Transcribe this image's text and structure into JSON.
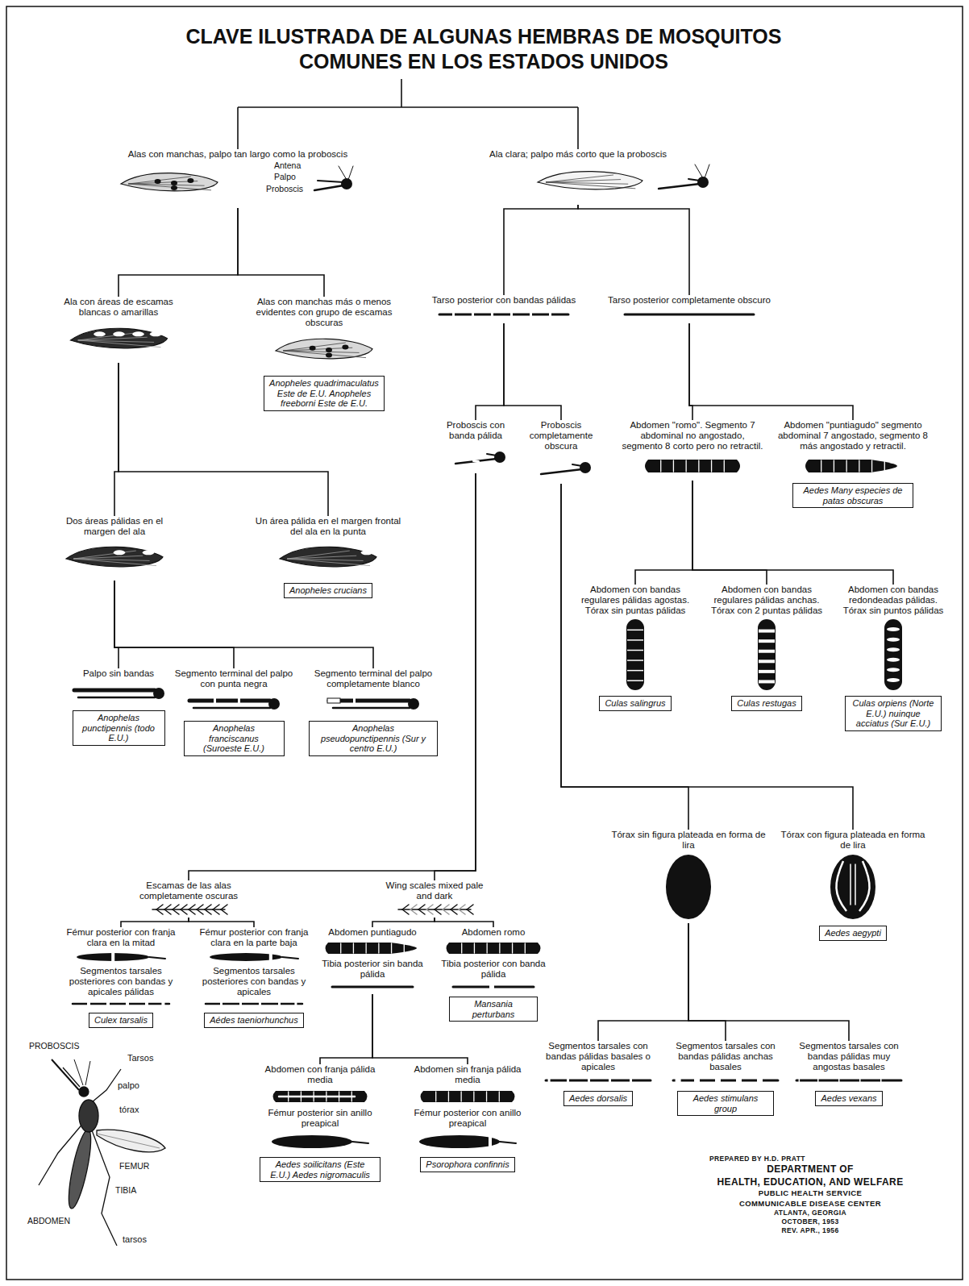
{
  "diagram": {
    "title": "CLAVE ILUSTRADA DE ALGUNAS HEMBRAS DE MOSQUITOS COMUNES EN LOS ESTADOS UNIDOS",
    "nodes": [
      {
        "text": [
          "Alas con manchas, palpo tan largo como la proboscis"
        ]
      },
      {
        "text": [
          "Ala clara; palpo más corto que la proboscis"
        ]
      },
      {
        "text": [
          "Ala con áreas de escamas blancas o amarillas"
        ]
      },
      {
        "text": [
          "Alas con manchas más o menos evidentes con grupo de escamas obscuras"
        ]
      },
      {
        "text": [
          "Anopheles quadrimaculatus Este de E.U. Anopheles freeborni Este de E.U."
        ],
        "in": 3
      },
      {
        "text": [
          "Tarso posterior con bandas pálidas"
        ]
      },
      {
        "text": [
          "Tarso posterior completamente obscuro"
        ]
      },
      {
        "text": [
          "Proboscis con banda pálida"
        ]
      },
      {
        "text": [
          "Proboscis completamente obscura"
        ]
      },
      {
        "text": [
          "Abdomen \"romo\". Segmento 7 abdominal no angostado, segmento 8 corto pero no retractil."
        ]
      },
      {
        "text": [
          "Abdomen \"puntiagudo\" segmento abdominal 7 angostado, segmento 8 más angostado y retractil."
        ]
      },
      {
        "text": [
          "Aedes Many especies de patas obscuras"
        ],
        "in": 10
      },
      {
        "text": [
          "Dos áreas pálidas en el margen del ala"
        ]
      },
      {
        "text": [
          "Un área pálida en el margen frontal del ala en la punta"
        ]
      },
      {
        "text": [
          "Anopheles crucians"
        ],
        "in": 13
      },
      {
        "text": [
          "Abdomen con bandas regulares pálidas agostas. Tórax sin puntas pálidas"
        ]
      },
      {
        "text": [
          "Culas salingrus"
        ],
        "in": 15
      },
      {
        "text": [
          "Abdomen con bandas regulares pálidas anchas. Tórax con 2 puntas pálidas"
        ]
      },
      {
        "text": [
          "Culas restugas"
        ],
        "in": 17
      },
      {
        "text": [
          "Abdomen con bandas redondeadas pálidas. Tórax sin puntos pálidas"
        ]
      },
      {
        "text": [
          "Culas orpiens (Norte E.U.) nuinque acciatus (Sur E.U.)"
        ],
        "in": 19
      },
      {
        "text": [
          "Palpo sin bandas"
        ]
      },
      {
        "text": [
          "Anophelas punctipennis (todo E.U.)"
        ],
        "in": 21
      },
      {
        "text": [
          "Segmento terminal del palpo con punta negra"
        ]
      },
      {
        "text": [
          "Anophelas franciscanus (Suroeste E.U.)"
        ],
        "in": 23
      },
      {
        "text": [
          "Segmento terminal del palpo completamente blanco"
        ]
      },
      {
        "text": [
          "Anophelas pseudopunctipennis (Sur y centro E.U.)"
        ],
        "in": 25
      },
      {
        "text": [
          "Tórax sin figura plateada en forma de lira"
        ]
      },
      {
        "text": [
          "Tórax con figura plateada en forma de lira"
        ]
      },
      {
        "text": [
          "Aedes aegypti"
        ],
        "in": 28
      },
      {
        "text": [
          "Escamas de las alas completamente oscuras"
        ]
      },
      {
        "text": [
          "Wing scales mixed pale and dark"
        ]
      },
      {
        "text": [
          "Fémur posterior con franja clara en la mitad",
          "Segmentos tarsales posteriores con bandas y apicales pálidas"
        ]
      },
      {
        "text": [
          "Culex tarsalis"
        ],
        "in": 32
      },
      {
        "text": [
          "Fémur posterior con franja clara en la parte baja",
          "Segmentos tarsales posteriores con bandas y apicales"
        ]
      },
      {
        "text": [
          "Aédes taeniorhunchus"
        ],
        "in": 34
      },
      {
        "text": [
          "Abdomen puntiagudo",
          "Tibia posterior sin banda pálida"
        ]
      },
      {
        "text": [
          "Abdomen romo",
          "Tibia posterior con banda pálida"
        ]
      },
      {
        "text": [
          "Mansania perturbans"
        ],
        "in": 37
      },
      {
        "text": [
          "Segmentos tarsales con bandas pálidas basales o apicales"
        ]
      },
      {
        "text": [
          "Aedes dorsalis"
        ],
        "in": 39
      },
      {
        "text": [
          "Segmentos tarsales con bandas pálidas anchas basales"
        ]
      },
      {
        "text": [
          "Aedes stimulans group"
        ],
        "in": 41
      },
      {
        "text": [
          "Segmentos tarsales con bandas pálidas muy angostas basales"
        ]
      },
      {
        "text": [
          "Aedes vexans"
        ],
        "in": 43
      },
      {
        "text": [
          "Abdomen con franja pálida media",
          "Fémur posterior sin anillo preapical"
        ]
      },
      {
        "text": [
          "Aedes soilicitans (Este E.U.) Aedes nigromaculis"
        ],
        "in": 45
      },
      {
        "text": [
          "Abdomen sin franja pálida media",
          "Fémur posterior con anillo preapical"
        ]
      },
      {
        "text": [
          "Psorophora confinnis"
        ],
        "in": 47
      }
    ],
    "edges": [
      {
        "from": 0,
        "to": 2,
        "arrow": "none"
      },
      {
        "from": 0,
        "to": 3,
        "arrow": "none"
      },
      {
        "from": 1,
        "to": 5,
        "arrow": "none"
      },
      {
        "from": 1,
        "to": 6,
        "arrow": "none"
      },
      {
        "from": 2,
        "to": 12,
        "arrow": "none"
      },
      {
        "from": 2,
        "to": 13,
        "arrow": "none"
      },
      {
        "from": 5,
        "to": 7,
        "arrow": "none"
      },
      {
        "from": 5,
        "to": 8,
        "arrow": "none"
      },
      {
        "from": 6,
        "to": 9,
        "arrow": "none"
      },
      {
        "from": 6,
        "to": 10,
        "arrow": "none"
      },
      {
        "from": 7,
        "to": 30,
        "arrow": "none"
      },
      {
        "from": 7,
        "to": 31,
        "arrow": "none"
      },
      {
        "from": 8,
        "to": 27,
        "arrow": "none"
      },
      {
        "from": 8,
        "to": 28,
        "arrow": "none"
      },
      {
        "from": 9,
        "to": 15,
        "arrow": "none"
      },
      {
        "from": 9,
        "to": 17,
        "arrow": "none"
      },
      {
        "from": 9,
        "to": 19,
        "arrow": "none"
      },
      {
        "from": 12,
        "to": 21,
        "arrow": "none"
      },
      {
        "from": 12,
        "to": 23,
        "arrow": "none"
      },
      {
        "from": 12,
        "to": 25,
        "arrow": "none"
      },
      {
        "from": 27,
        "to": 39,
        "arrow": "none"
      },
      {
        "from": 27,
        "to": 41,
        "arrow": "none"
      },
      {
        "from": 27,
        "to": 43,
        "arrow": "none"
      },
      {
        "from": 30,
        "to": 32,
        "arrow": "none"
      },
      {
        "from": 30,
        "to": 34,
        "arrow": "none"
      },
      {
        "from": 31,
        "to": 36,
        "arrow": "none"
      },
      {
        "from": 31,
        "to": 37,
        "arrow": "none"
      },
      {
        "from": 36,
        "to": 45,
        "arrow": "none"
      },
      {
        "from": 36,
        "to": 47,
        "arrow": "none"
      }
    ],
    "labels": [
      "Antena",
      "Palpo",
      "Proboscis",
      "PROBOSCIS",
      "Tarsos",
      "palpo",
      "tórax",
      "FEMUR",
      "TIBIA",
      "ABDOMEN",
      "tarsos",
      "PREPARED BY H.D. PRATT",
      "DEPARTMENT OF",
      "HEALTH, EDUCATION, AND WELFARE",
      "PUBLIC HEALTH SERVICE",
      "COMMUNICABLE DISEASE CENTER",
      "ATLANTA, GEORGIA",
      "OCTOBER, 1953",
      "REV. APR., 1956"
    ]
  }
}
